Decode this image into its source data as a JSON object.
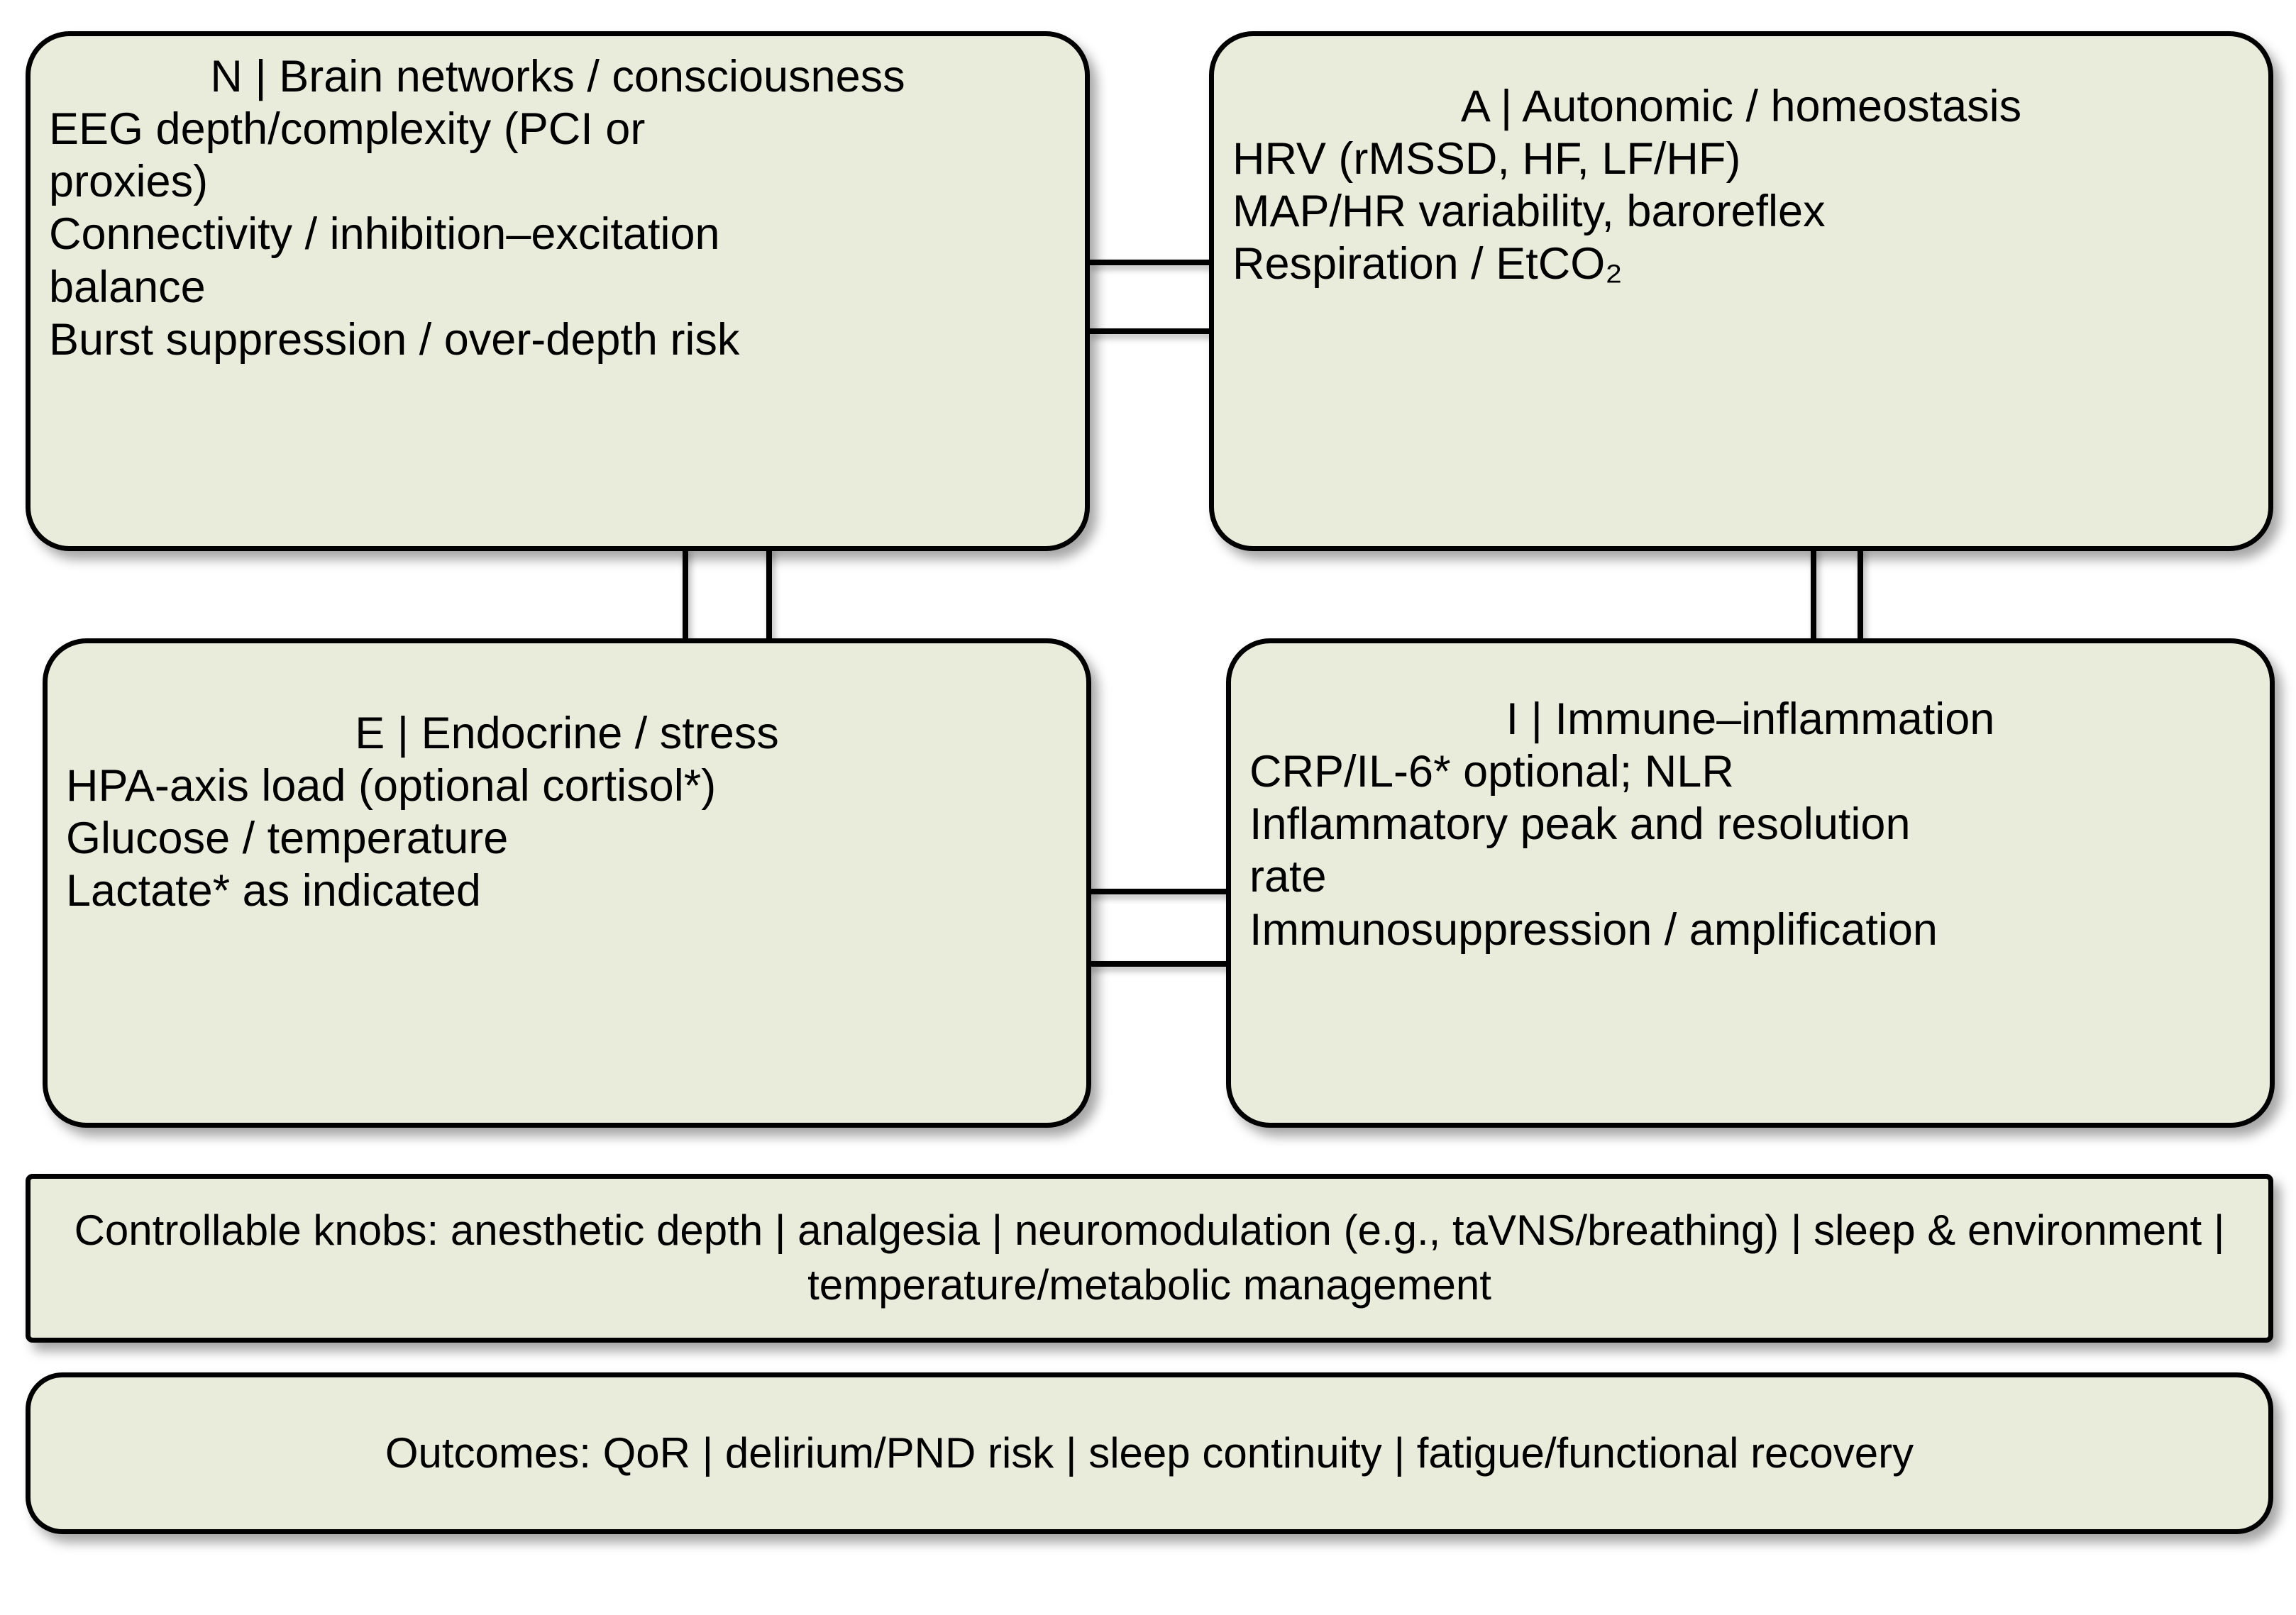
{
  "theme": {
    "node_fill": "#e9ecdb",
    "node_border": "#000000",
    "page_background": "#ffffff",
    "frame": "#000000",
    "text": "#000000"
  },
  "nodes": {
    "brain": {
      "id": "N",
      "title": "N | Brain networks / consciousness",
      "lines": [
        "EEG depth/complexity (PCI or",
        "proxies)",
        "Connectivity / inhibition–excitation",
        "balance",
        "Burst suppression / over-depth risk"
      ]
    },
    "autonomic": {
      "id": "A",
      "title": "A | Autonomic / homeostasis",
      "lines": [
        "HRV (rMSSD, HF, LF/HF)",
        "MAP/HR variability, baroreflex",
        "Respiration / EtCO₂"
      ]
    },
    "endocrine": {
      "id": "E",
      "title": "E | Endocrine / stress",
      "lines": [
        "HPA-axis load (optional cortisol*)",
        "Glucose / temperature",
        "Lactate* as indicated"
      ]
    },
    "immune": {
      "id": "I",
      "title": "I | Immune–inflammation",
      "lines": [
        "CRP/IL-6* optional; NLR",
        "Inflammatory peak and resolution",
        "rate",
        "Immunosuppression / amplification"
      ]
    }
  },
  "banners": {
    "knobs": {
      "line1": "Controllable knobs: anesthetic depth | analgesia | neuromodulation (e.g., taVNS/breathing) |",
      "line2": "sleep & environment | temperature/metabolic management"
    },
    "outcomes": {
      "line1": "Outcomes: QoR | delirium/PND risk | sleep continuity | fatigue/functional recovery"
    }
  },
  "connectors": [
    {
      "name": "brain-autonomic-upper",
      "orientation": "horizontal"
    },
    {
      "name": "brain-autonomic-lower",
      "orientation": "horizontal"
    },
    {
      "name": "endocrine-immune-upper",
      "orientation": "horizontal"
    },
    {
      "name": "endocrine-immune-lower",
      "orientation": "horizontal"
    },
    {
      "name": "brain-endocrine-left",
      "orientation": "vertical"
    },
    {
      "name": "brain-endocrine-right",
      "orientation": "vertical"
    },
    {
      "name": "autonomic-immune-left",
      "orientation": "vertical"
    },
    {
      "name": "autonomic-immune-right",
      "orientation": "vertical"
    }
  ]
}
